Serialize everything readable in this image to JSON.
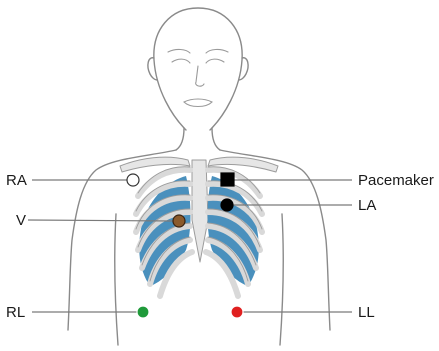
{
  "labels": {
    "ra": "RA",
    "v": "V",
    "rl": "RL",
    "pacemaker": "Pacemaker",
    "la": "LA",
    "ll": "LL"
  },
  "colors": {
    "outline": "#8a8a8a",
    "skin": "#ffffff",
    "bone_fill": "#e6e6e6",
    "bone_edge": "#9c9c9c",
    "lung": "#4a90bd",
    "leader_line": "#7a7a7a",
    "electrode_ra": "#ffffff",
    "electrode_v": "#8b5a2b",
    "electrode_la": "#000000",
    "electrode_rl": "#1f9a3a",
    "electrode_ll": "#e02020",
    "pacemaker": "#000000"
  },
  "icons": {
    "ra": "white-circle-electrode",
    "v": "brown-circle-electrode",
    "la": "black-circle-electrode",
    "rl": "green-circle-electrode",
    "ll": "red-circle-electrode",
    "pacemaker": "black-square-marker"
  }
}
